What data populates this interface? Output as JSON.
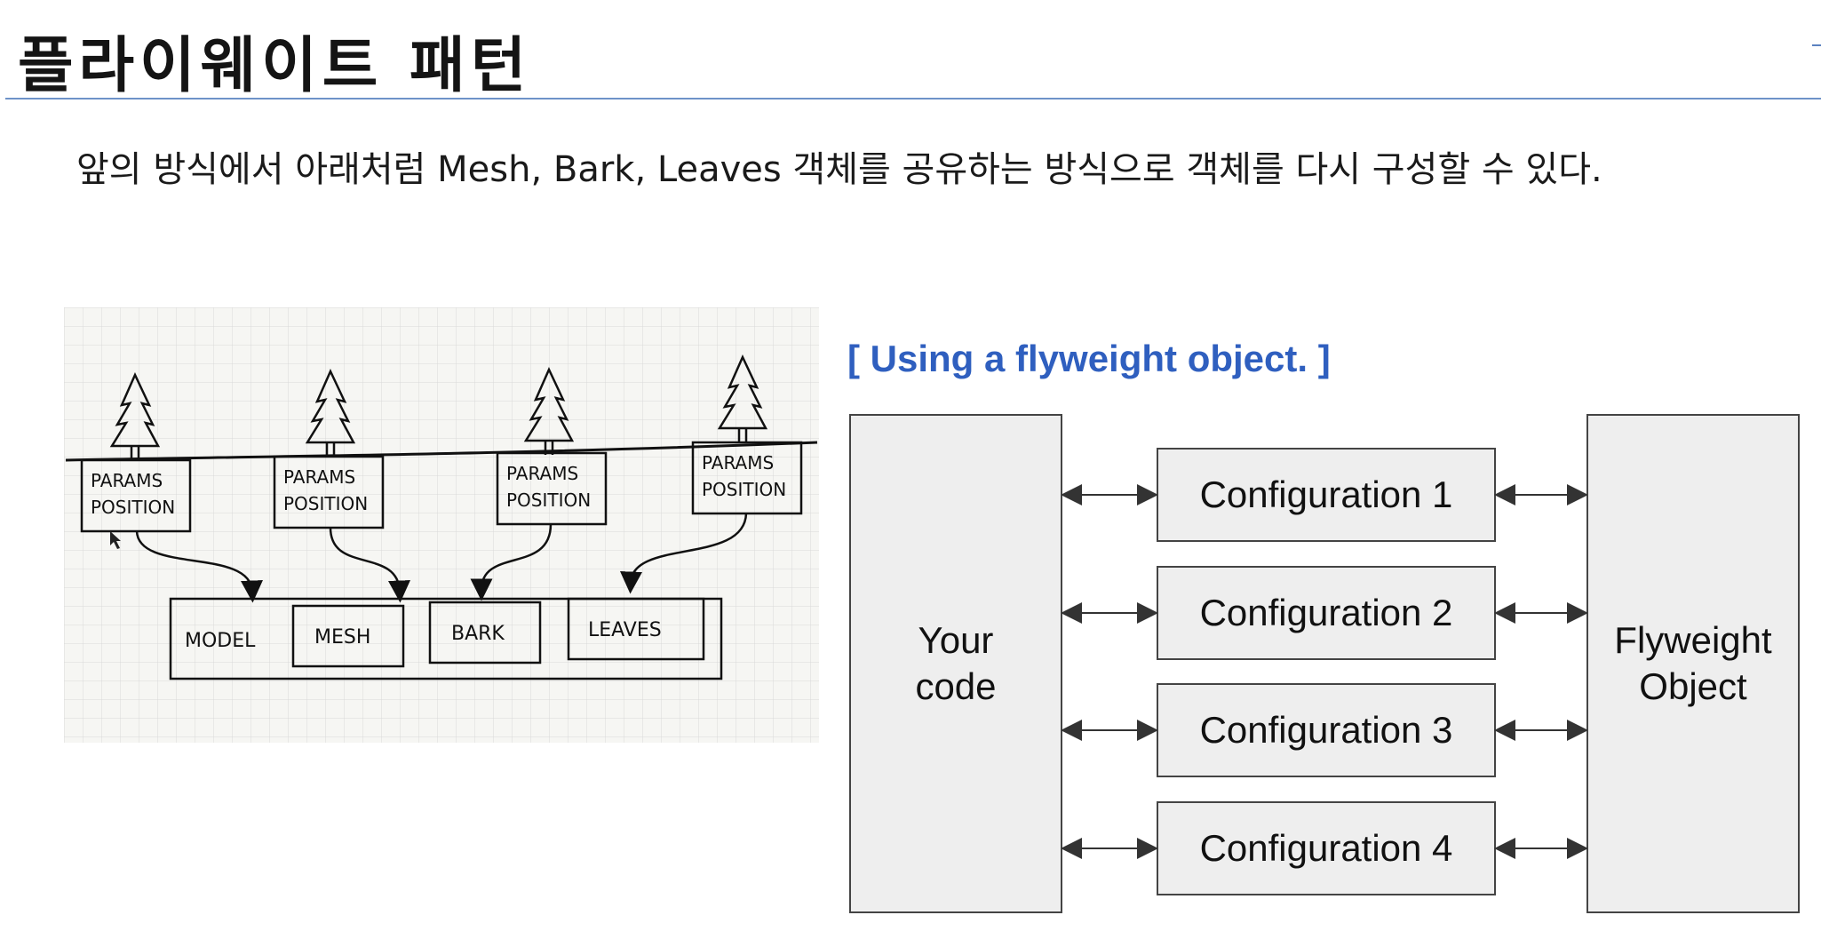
{
  "slide": {
    "title": "플라이웨이트 패턴",
    "intro": "앞의 방식에서 아래처럼 Mesh, Bark, Leaves 객체를 공유하는 방식으로 객체를 다시 구성할 수 있다."
  },
  "sketch": {
    "instance_label_line1": "PARAMS",
    "instance_label_line2": "POSITION",
    "model_label": "MODEL",
    "mesh_label": "MESH",
    "bark_label": "BARK",
    "leaves_label": "LEAVES"
  },
  "diagram": {
    "caption": "[ Using a flyweight object. ]",
    "your_code_line1": "Your",
    "your_code_line2": "code",
    "flyweight_line1": "Flyweight",
    "flyweight_line2": "Object",
    "configurations": [
      "Configuration 1",
      "Configuration 2",
      "Configuration 3",
      "Configuration 4"
    ]
  },
  "colors": {
    "caption": "#2f5fbf",
    "box_fill": "#eeeeee",
    "title_rule": "#6e93c8"
  }
}
